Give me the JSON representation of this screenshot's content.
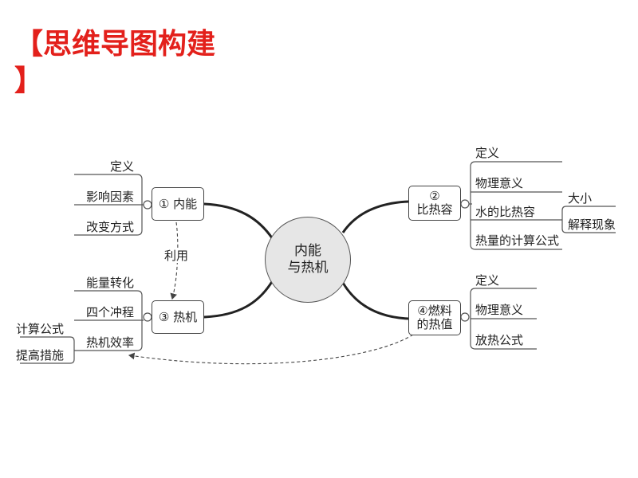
{
  "title": {
    "line1": "【思维导图构建",
    "line2": "】"
  },
  "center": {
    "line1": "内能",
    "line2": "与热机"
  },
  "nodes": {
    "n1": {
      "label": "① 内能",
      "children": [
        "定义",
        "影响因素",
        "改变方式"
      ]
    },
    "n2": {
      "line1": "②",
      "line2": "比热容",
      "children": [
        "定义",
        "物理意义",
        "水的比热容",
        "热量的计算公式"
      ],
      "water_children": [
        "大小",
        "解释现象"
      ]
    },
    "n3": {
      "label": "③ 热机",
      "children": [
        "能量转化",
        "四个冲程",
        "热机效率"
      ],
      "efficiency_children": [
        "计算公式",
        "提高措施"
      ]
    },
    "n4": {
      "line1": "④燃料",
      "line2": "的热值",
      "children": [
        "定义",
        "物理意义",
        "放热公式"
      ]
    }
  },
  "links": {
    "use_label": "利用"
  }
}
